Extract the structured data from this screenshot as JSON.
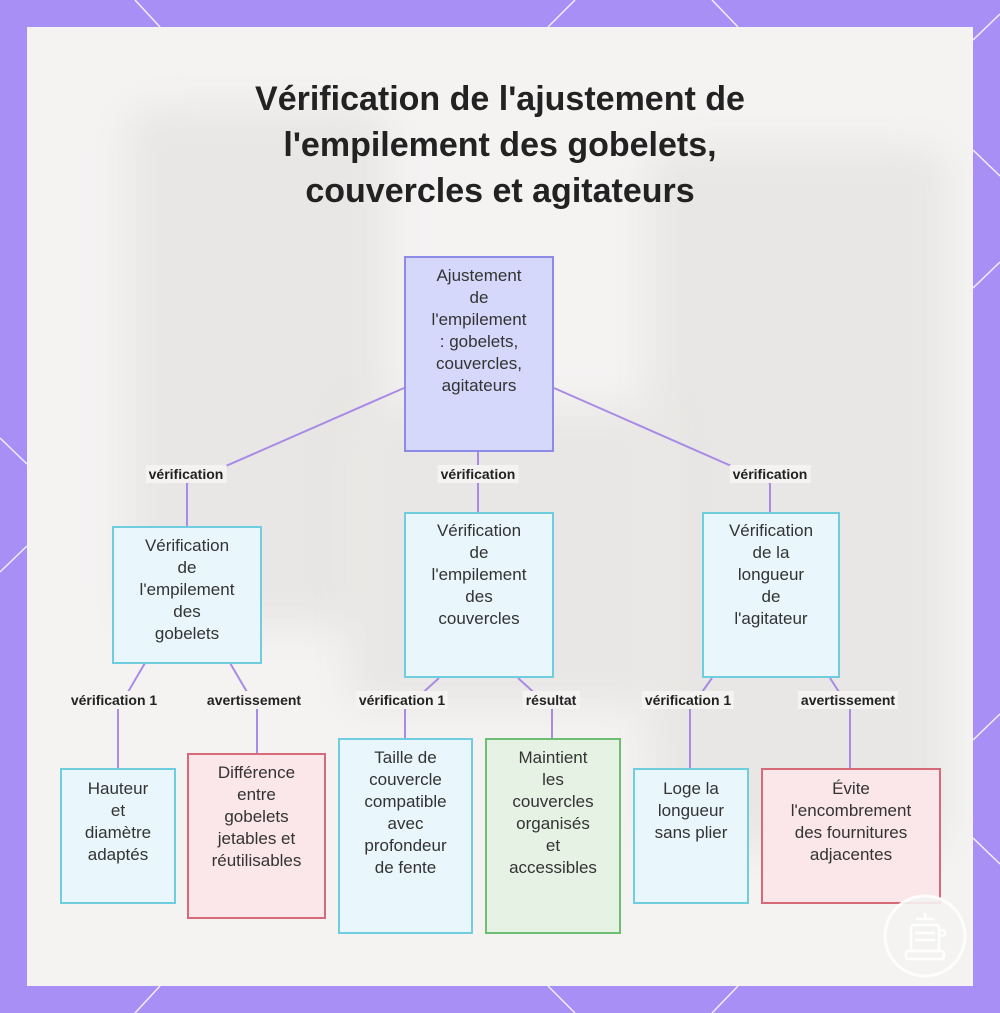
{
  "title": {
    "lines": [
      "Vérification de l'ajustement de",
      "l'empilement des gobelets,",
      "couvercles et agitateurs"
    ]
  },
  "nodes": {
    "root": {
      "lines": [
        "Ajustement",
        "de",
        "l'empilement",
        ": gobelets,",
        "couvercles,",
        "agitateurs"
      ]
    },
    "cups": {
      "lines": [
        "Vérification",
        "de",
        "l'empilement",
        "des",
        "gobelets"
      ]
    },
    "lids": {
      "lines": [
        "Vérification",
        "de",
        "l'empilement",
        "des",
        "couvercles"
      ]
    },
    "stirrer": {
      "lines": [
        "Vérification",
        "de la",
        "longueur",
        "de",
        "l'agitateur"
      ]
    },
    "cups_size": {
      "lines": [
        "Hauteur",
        "et",
        "diamètre",
        "adaptés"
      ]
    },
    "cups_diff": {
      "lines": [
        "Différence",
        "entre",
        "gobelets",
        "jetables et",
        "réutilisables"
      ]
    },
    "lids_size": {
      "lines": [
        "Taille de",
        "couvercle",
        "compatible",
        "avec",
        "profondeur",
        "de fente"
      ]
    },
    "lids_result": {
      "lines": [
        "Maintient",
        "les",
        "couvercles",
        "organisés",
        "et",
        "accessibles"
      ]
    },
    "stirrer_fit": {
      "lines": [
        "Loge la",
        "longueur",
        "sans plier"
      ]
    },
    "stirrer_clutter": {
      "lines": [
        "Évite",
        "l'encombrement",
        "des fournitures",
        "adjacentes"
      ]
    }
  },
  "edges": {
    "root_cups": "vérification",
    "root_lids": "vérification",
    "root_stirrer": "vérification",
    "cups_size": "vérification 1",
    "cups_diff": "avertissement",
    "lids_size": "vérification 1",
    "lids_result": "résultat",
    "stirrer_fit": "vérification 1",
    "stirrer_clutter": "avertissement"
  },
  "colors": {
    "frame": "#a88ff5",
    "edge": "#a98be6",
    "root_fill": "#d6d8fb",
    "root_border": "#8c8ce8",
    "info_fill": "#e9f6fb",
    "info_border": "#6fcde0",
    "warning_fill": "#fbe6ea",
    "warning_border": "#d66a78",
    "result_fill": "#e6f3e4",
    "result_border": "#6cbf72"
  }
}
